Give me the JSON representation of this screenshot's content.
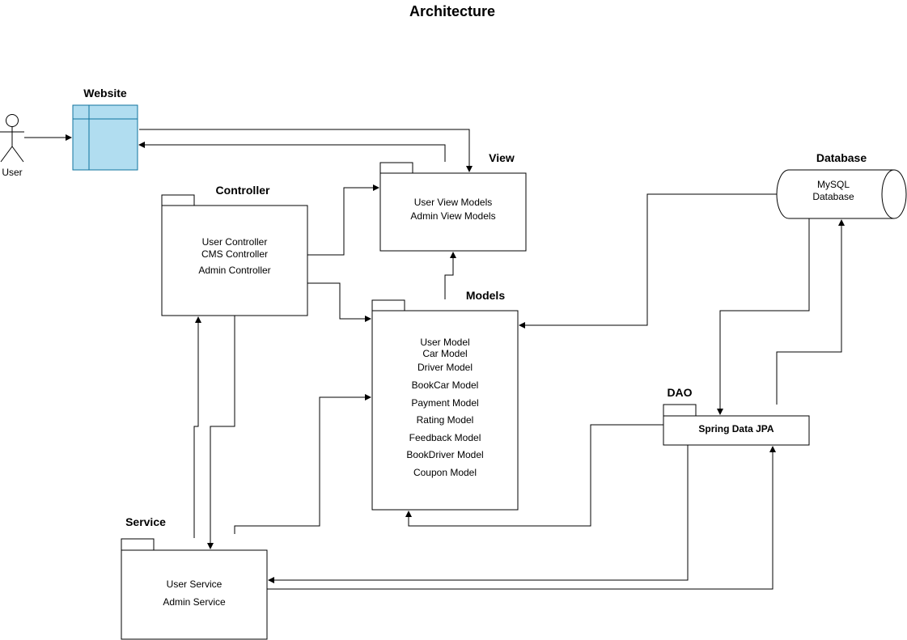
{
  "title": "Architecture",
  "actor": {
    "label": "User"
  },
  "website": {
    "label": "Website"
  },
  "view": {
    "label": "View",
    "lines": [
      "User View Models",
      "Admin View Models"
    ]
  },
  "controller": {
    "label": "Controller",
    "lines": [
      "User Controller",
      "CMS Controller",
      "Admin Controller"
    ]
  },
  "models": {
    "label": "Models",
    "lines": [
      "User Model",
      "Car Model",
      "Driver Model",
      "BookCar Model",
      "Payment Model",
      "Rating Model",
      "Feedback Model",
      "BookDriver Model",
      "Coupon Model"
    ]
  },
  "database": {
    "label": "Database",
    "lines": [
      "MySQL",
      "Database"
    ]
  },
  "dao": {
    "label": "DAO",
    "content": "Spring Data JPA"
  },
  "service": {
    "label": "Service",
    "lines": [
      "User Service",
      "Admin Service"
    ]
  },
  "colors": {
    "website_fill": "#b1ddf0",
    "website_stroke": "#10739e",
    "line": "#000000"
  }
}
